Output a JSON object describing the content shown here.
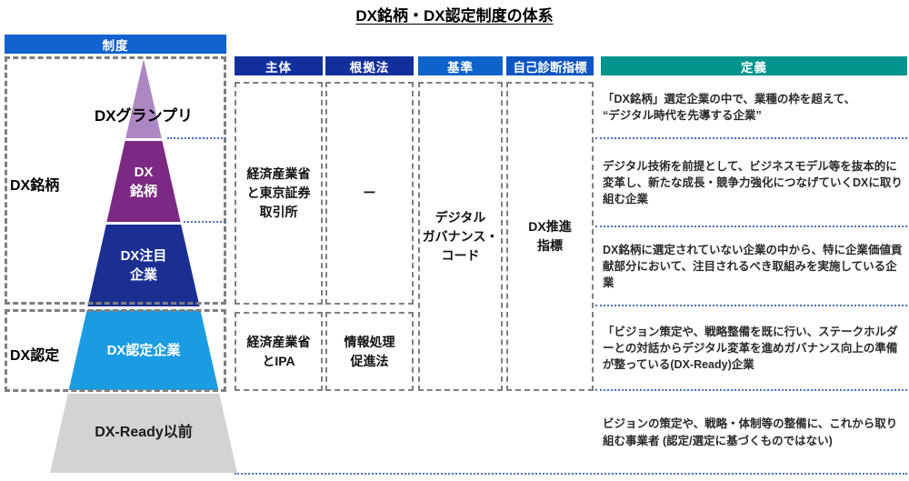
{
  "title": "DX銘柄・DX認定制度の体系",
  "colors": {
    "seido_header": "#1262cf",
    "shutai_header": "#12309c",
    "konkyo_header": "#12309c",
    "kijun_header": "#0d63ca",
    "jiko_header": "#0c55c2",
    "teigi_header": "#00948e",
    "layer_grandprix": "#ad87c3",
    "layer_meigara": "#7b2982",
    "layer_chumoku": "#1b2f93",
    "layer_nintei": "#1b9ce2",
    "layer_ready": "#d3d3d5"
  },
  "left_panel": {
    "seido_label": "制度",
    "meigara_group_label": "DX銘柄",
    "nintei_group_label": "DX認定"
  },
  "pyramid": {
    "layers": [
      {
        "name": "grandprix",
        "label": "DXグランプリ"
      },
      {
        "name": "meigara",
        "label": "DX\n銘柄"
      },
      {
        "name": "chumoku",
        "label": "DX注目\n企業"
      },
      {
        "name": "nintei",
        "label": "DX認定企業"
      },
      {
        "name": "ready",
        "label": "DX-Ready以前"
      }
    ]
  },
  "columns": {
    "shutai": {
      "header": "主体",
      "top_value": "経済産業省\nと東京証券\n取引所",
      "bottom_value": "経済産業省\nとIPA"
    },
    "konkyo": {
      "header": "根拠法",
      "top_value": "ー",
      "bottom_value": "情報処理\n促進法"
    },
    "kijun": {
      "header": "基準",
      "value": "デジタル\nガバナンス・\nコード"
    },
    "jiko": {
      "header": "自己診断指標",
      "value": "DX推進\n指標"
    },
    "teigi": {
      "header": "定義",
      "items": [
        "「DX銘柄」選定企業の中で、業種の枠を超えて、\n“デジタル時代を先導する企業”",
        "デジタル技術を前提として、ビジネスモデル等を抜本的に変革し、新たな成長・競争力強化につなげていくDXに取り組む企業",
        "DX銘柄に選定されていない企業の中から、特に企業価値貢献部分において、注目されるべき取組みを実施している企業",
        "「ビジョン策定や、戦略整備を既に行い、ステークホルダーとの対話からデジタル変革を進めガバナンス向上の準備が整っている(DX-Ready)企業",
        "ビジョンの策定や、戦略・体制等の整備に、これから取り組む事業者 (認定/選定に基づくものではない)"
      ]
    }
  }
}
